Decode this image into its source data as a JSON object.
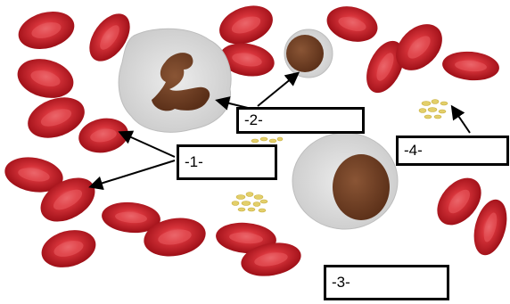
{
  "labels": {
    "label_1": "-1-",
    "label_2": "-2-",
    "label_3": "-3-",
    "label_4": "-4-"
  },
  "colors": {
    "rbc_fill": "#b8141c",
    "rbc_center": "#e04a4f",
    "leukocyte_cytoplasm": "#d9d9d9",
    "nucleus": "#6e3e22",
    "platelet": "#e3cf6a",
    "arrow": "#000000"
  }
}
